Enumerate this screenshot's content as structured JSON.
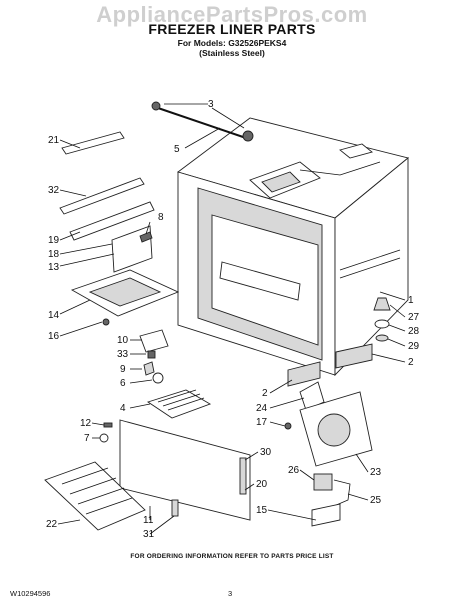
{
  "watermark": "AppliancePartsPros.com",
  "title": "FREEZER LINER PARTS",
  "models_line": "For Models: G32526PEKS4",
  "finish_line": "(Stainless Steel)",
  "callouts": [
    "3",
    "5",
    "21",
    "32",
    "19",
    "18",
    "13",
    "8",
    "14",
    "16",
    "10",
    "33",
    "9",
    "6",
    "4",
    "12",
    "7",
    "22",
    "11",
    "31",
    "30",
    "20",
    "15",
    "1",
    "27",
    "28",
    "29",
    "2",
    "2",
    "24",
    "17",
    "26",
    "23",
    "25"
  ],
  "footer_note": "FOR ORDERING INFORMATION REFER TO PARTS PRICE LIST",
  "doc_number": "W10294596",
  "page_number": "3"
}
